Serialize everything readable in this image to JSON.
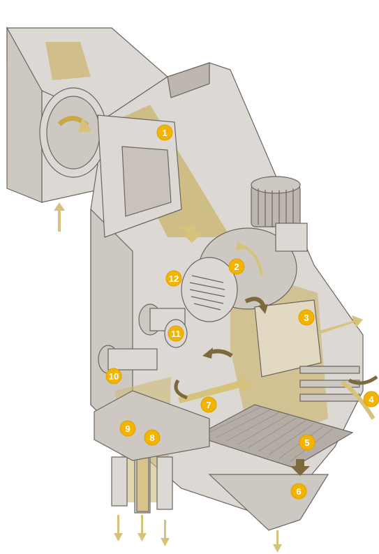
{
  "colors": {
    "badge": "#f2b400",
    "housing": "#d9d5d0",
    "product_flow": "#cdb978",
    "arrow": "#d6c27a",
    "dark_arrow": "#7c6a3c"
  },
  "callouts": [
    {
      "id": "1",
      "label": "1"
    },
    {
      "id": "2",
      "label": "2"
    },
    {
      "id": "3",
      "label": "3"
    },
    {
      "id": "4",
      "label": "4"
    },
    {
      "id": "5",
      "label": "5"
    },
    {
      "id": "6",
      "label": "6"
    },
    {
      "id": "7",
      "label": "7"
    },
    {
      "id": "8",
      "label": "8"
    },
    {
      "id": "9",
      "label": "9"
    },
    {
      "id": "10",
      "label": "10"
    },
    {
      "id": "11",
      "label": "11"
    },
    {
      "id": "12",
      "label": "12"
    }
  ]
}
